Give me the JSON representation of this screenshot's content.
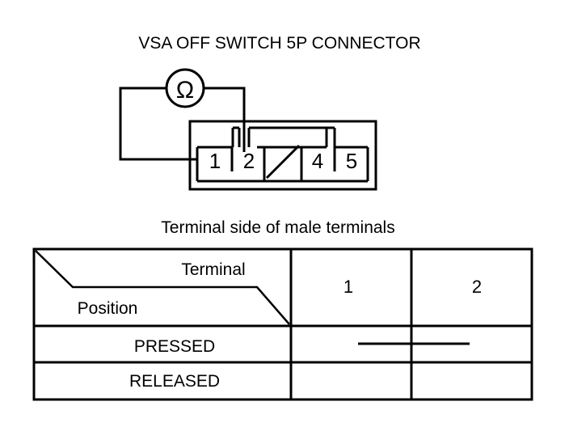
{
  "connector": {
    "title": "VSA OFF SWITCH 5P CONNECTOR",
    "meter_symbol": "Ω",
    "pins": [
      "1",
      "2",
      "4",
      "5"
    ],
    "caption": "Terminal side of male terminals"
  },
  "table": {
    "header_terminal": "Terminal",
    "header_position": "Position",
    "columns": [
      "1",
      "2"
    ],
    "rows": [
      {
        "label": "PRESSED",
        "continuity": true
      },
      {
        "label": "RELEASED",
        "continuity": false
      }
    ]
  }
}
